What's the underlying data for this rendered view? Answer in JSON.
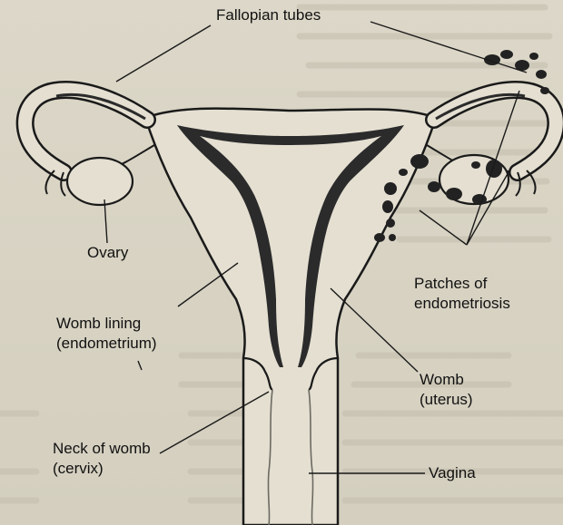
{
  "labels": {
    "fallopian_tubes": "Fallopian tubes",
    "ovary": "Ovary",
    "patches_line1": "Patches of",
    "patches_line2": "endometriosis",
    "womb_lining_line1": "Womb lining",
    "womb_lining_line2": "(endometrium)",
    "womb_line1": "Womb",
    "womb_line2": "(uterus)",
    "neck_line1": "Neck of womb",
    "neck_line2": "(cervix)",
    "vagina": "Vagina"
  },
  "colors": {
    "paper": "#d9d4c5",
    "organ_fill": "#e3ded0",
    "outline": "#1a1a1a",
    "lining": "#2b2b2b",
    "patch": "#222222",
    "bleed_text": "#b9b3a3"
  }
}
